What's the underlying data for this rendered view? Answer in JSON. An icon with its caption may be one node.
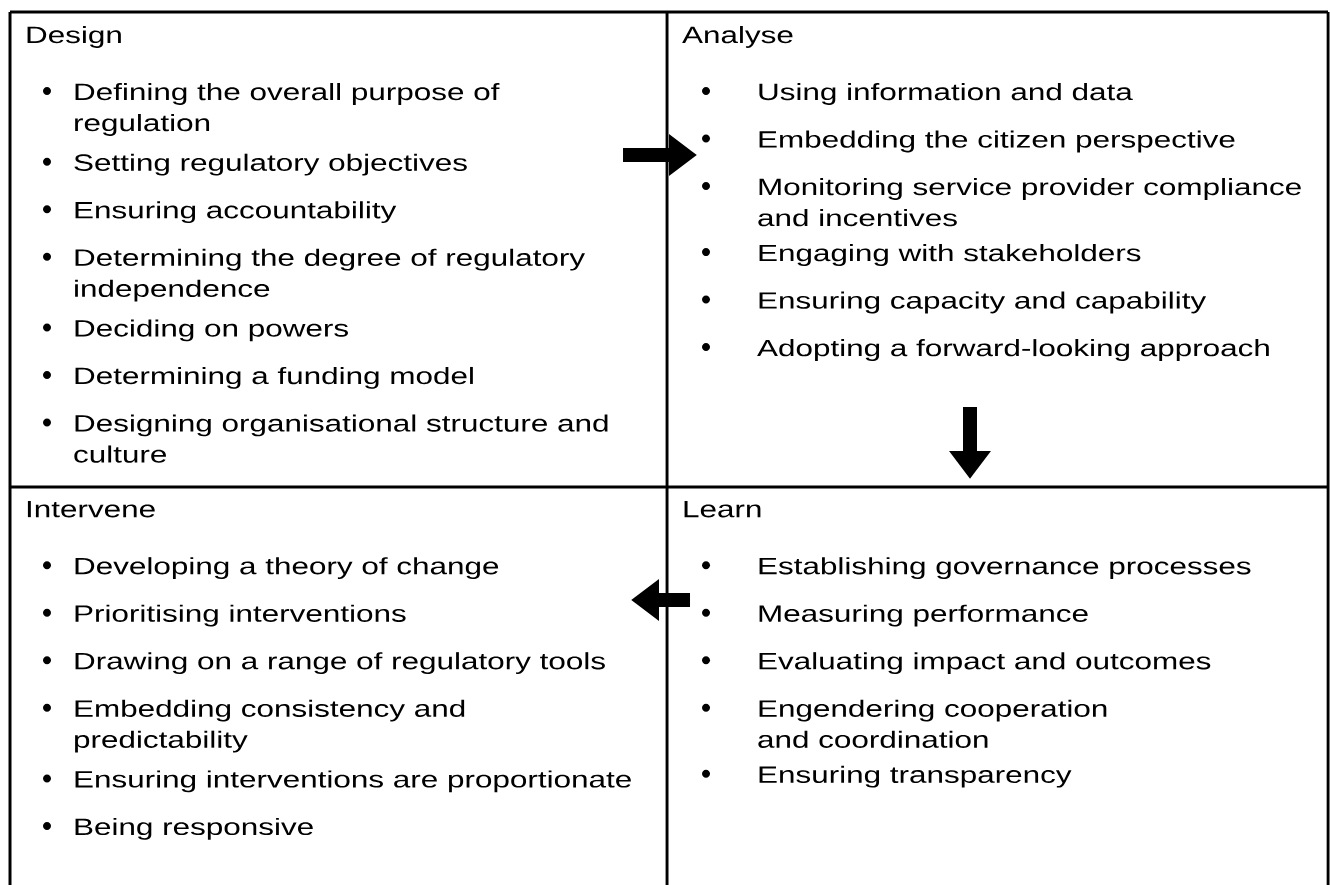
{
  "diagram": {
    "nodes": [
      {
        "text": [
          "Design",
          "Defining the overall purpose of regulation",
          "Setting regulatory objectives",
          "Ensuring accountability",
          "Determining the degree of regulatory independence",
          "Deciding on powers",
          "Determining a funding model",
          "Designing organisational structure and culture"
        ]
      },
      {
        "text": [
          "Analyse",
          "Using information and data",
          "Embedding the citizen perspective",
          "Monitoring service provider compliance and incentives",
          "Engaging with stakeholders",
          "Ensuring capacity and capability",
          "Adopting a forward-looking approach"
        ]
      },
      {
        "text": [
          "Intervene",
          "Developing a theory of change",
          "Prioritising interventions",
          "Drawing on a range of regulatory tools",
          "Embedding consistency and predictability",
          "Ensuring interventions are proportionate",
          "Being responsive"
        ]
      },
      {
        "text": [
          "Learn",
          "Establishing governance processes",
          "Measuring performance",
          "Evaluating impact and outcomes",
          "Engendering cooperation and coordination",
          "Ensuring transparency"
        ]
      }
    ],
    "edges": [
      {
        "from": 0,
        "to": 1,
        "arrow": "to"
      },
      {
        "from": 1,
        "to": 3,
        "arrow": "to"
      },
      {
        "from": 3,
        "to": 2,
        "arrow": "to"
      }
    ]
  }
}
